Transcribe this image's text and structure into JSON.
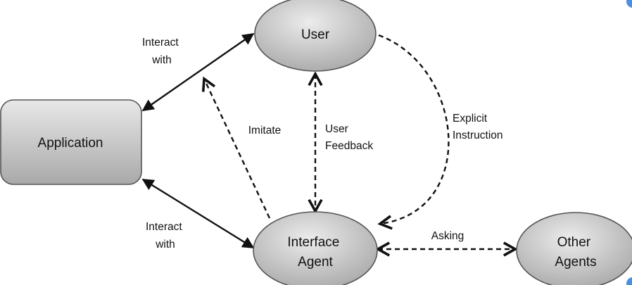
{
  "nodes": {
    "user": "User",
    "application": "Application",
    "interface_agent": [
      "Interface",
      "Agent"
    ],
    "other_agents": [
      "Other",
      "Agents"
    ]
  },
  "edges": {
    "interact_top": [
      "Interact",
      "with"
    ],
    "interact_bottom": [
      "Interact",
      "with"
    ],
    "imitate": "Imitate",
    "user_feedback": [
      "User",
      "Feedback"
    ],
    "explicit_instruction": [
      "Explicit",
      "Instruction"
    ],
    "asking": "Asking"
  },
  "colors": {
    "node_fill_light": "#ececec",
    "node_fill_dark": "#a8a8a8",
    "stroke": "#111111",
    "edge_cue": "#4a90e2"
  }
}
